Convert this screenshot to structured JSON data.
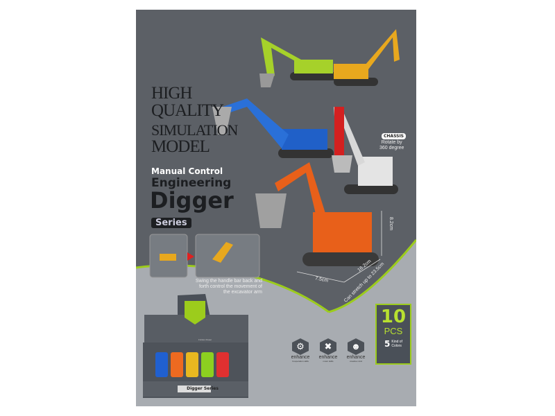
{
  "headline": {
    "lines": [
      "HIGH",
      "QUALITY",
      "SIMULATION",
      "MODEL"
    ],
    "manual_control": "Manual Control",
    "engineering": "Engineering",
    "digger": "Digger",
    "series": "Series"
  },
  "chassis": {
    "badge": "CHASSIS",
    "text1": "Rotate by",
    "text2": "360 degree"
  },
  "instruction": [
    "Swing the handle bar back and",
    "forth control the movement of",
    "the excavator arm"
  ],
  "dimensions": {
    "height": "8.2cm",
    "width": "7.5cm",
    "length": "16.2cm",
    "stretch": "Can stretch up to 23.5cm"
  },
  "features": [
    {
      "icon": "forklift-icon",
      "title": "enhance",
      "subtitle": "Cooperation skills"
    },
    {
      "icon": "tools-icon",
      "title": "enhance",
      "subtitle": "motor skills"
    },
    {
      "icon": "brain-gear-icon",
      "title": "enhance",
      "subtitle": "creative mind"
    }
  ],
  "pack": {
    "count": "10",
    "unit": "PCS",
    "kinds_number": "5",
    "kinds_text1": "Kind of",
    "kinds_text2": "Colors"
  },
  "display_box": {
    "logo": "Digger Series",
    "caption": "Friction Power"
  },
  "colors": {
    "top_bg": "#5c6066",
    "bottom_bg": "#a8acb1",
    "accent_green": "#9ccc1c",
    "excavators": [
      "#a6d12a",
      "#e8a81e",
      "#2060c8",
      "#d8d8d8",
      "#e8601a"
    ]
  }
}
